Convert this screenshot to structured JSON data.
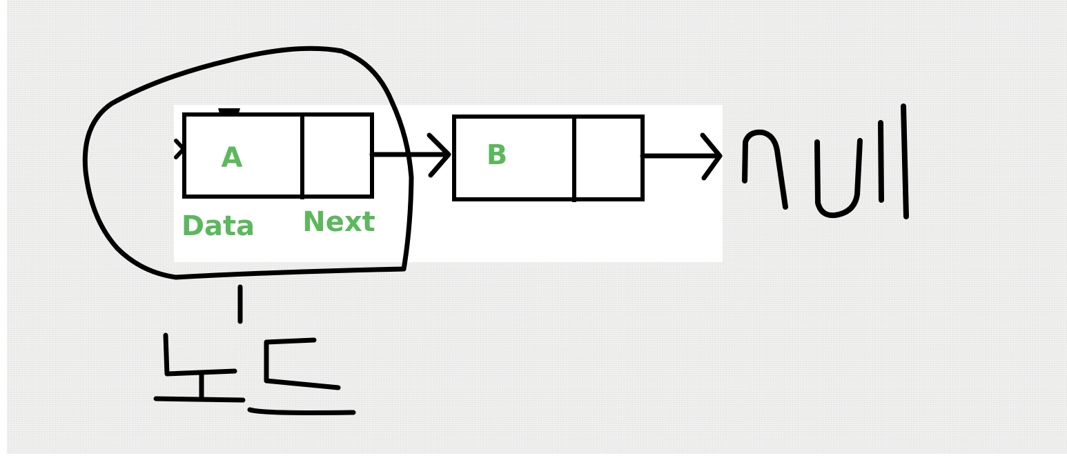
{
  "nodes": [
    {
      "data_label": "A"
    },
    {
      "data_label": "B"
    }
  ],
  "field_labels": {
    "data": "Data",
    "next": "Next"
  },
  "terminal_label": "null",
  "node_caption": "노드",
  "colors": {
    "label_green": "#5cb85c",
    "stroke": "#000000",
    "paper": "#ececeb"
  }
}
